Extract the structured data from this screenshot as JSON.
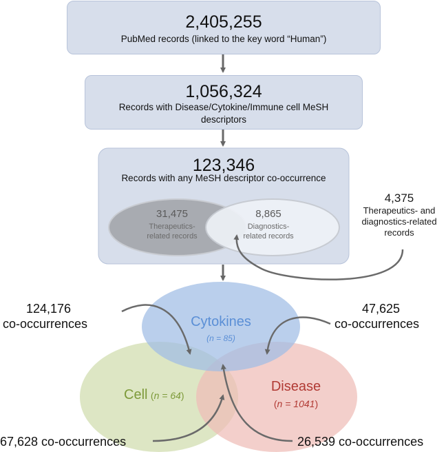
{
  "box1": {
    "count": "2,405,255",
    "label": "PubMed records (linked to the key word “Human”)"
  },
  "box2": {
    "count": "1,056,324",
    "label_line1": "Records with Disease/Cytokine/Immune cell MeSH",
    "label_line2": "descriptors"
  },
  "box3": {
    "count": "123,346",
    "label": "Records with any MeSH descriptor co-occurrence",
    "therapeutics": {
      "count": "31,475",
      "line1": "Therapeutics-",
      "line2": "related records"
    },
    "diagnostics": {
      "count": "8,865",
      "line1": "Diagnostics-",
      "line2": "related records"
    }
  },
  "overlap_note": {
    "count": "4,375",
    "line1": "Therapeutics- and",
    "line2": "diagnostics-related",
    "line3": "records"
  },
  "sets": {
    "cytokines": {
      "name": "Cytokines",
      "n": "(n = 85)",
      "color": "#5b8fd6"
    },
    "cell": {
      "name": "Cell",
      "open": "(",
      "n_italic": "n = 64",
      "close": ")",
      "color": "#7d9a3a"
    },
    "disease": {
      "name": "Disease",
      "open": "(",
      "n_italic": "n = 1041",
      "close": ")",
      "color": "#b13a34"
    }
  },
  "cooccurrences": {
    "cytokines_cell": {
      "count": "124,176",
      "label": "co-occurrences"
    },
    "cytokines_disease": {
      "count": "47,625",
      "label": "co-occurrences"
    },
    "cell_disease": {
      "text": "67,628 co-occurrences"
    },
    "all_three": {
      "text": "26,539 co-occurrences"
    }
  }
}
